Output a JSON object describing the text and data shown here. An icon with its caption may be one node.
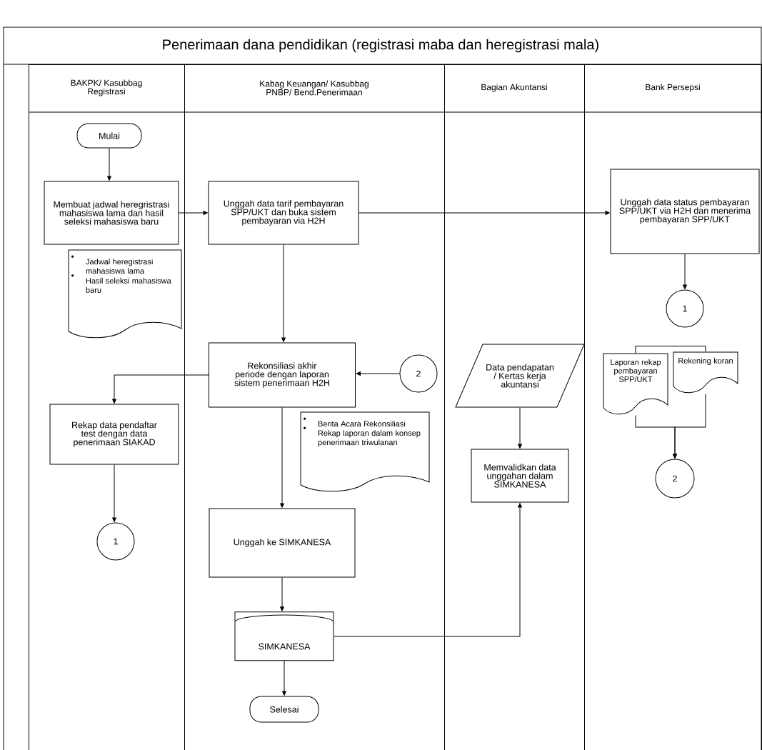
{
  "diagram": {
    "title": "Penerimaan dana pendidikan (registrasi maba dan heregistrasi mala)",
    "nodes": [
      {
        "text": [
          "BAKPK/ Kasubbag Registrasi"
        ]
      },
      {
        "text": [
          "Kabag Keuangan/ Kasubbag PNBP/ Bend.Penerimaan"
        ]
      },
      {
        "text": [
          "Bagian Akuntansi"
        ]
      },
      {
        "text": [
          "Bank Persepsi"
        ]
      },
      {
        "text": [
          "Mulai"
        ],
        "in": 0
      },
      {
        "text": [
          "Membuat jadwal heregristrasi mahasiswa lama dan hasil seleksi mahasiswa baru"
        ],
        "in": 0
      },
      {
        "text": [
          "Jadwal heregistrasi mahasiswa lama",
          "Hasil seleksi mahasiswa baru"
        ],
        "in": 0
      },
      {
        "text": [
          "Unggah data tarif pembayaran SPP/UKT dan buka sistem pembayaran via H2H"
        ],
        "in": 1
      },
      {
        "text": [
          "Unggah data status pembayaran SPP/UKT via H2H dan menerima pembayaran SPP/UKT"
        ],
        "in": 3
      },
      {
        "text": [
          "1"
        ],
        "in": 3
      },
      {
        "text": [
          "Rekonsiliasi akhir periode dengan laporan sistem penerimaan H2H"
        ],
        "in": 1
      },
      {
        "text": [
          "2"
        ],
        "in": 1
      },
      {
        "text": [
          "Data pendapatan / Kertas kerja akuntansi"
        ],
        "in": 2
      },
      {
        "text": [
          "Laporan rekap pembayaran SPP/UKT"
        ],
        "in": 3
      },
      {
        "text": [
          "Rekening koran"
        ],
        "in": 3
      },
      {
        "text": [
          "Rekap data pendaftar test dengan data penerimaan SIAKAD"
        ],
        "in": 0
      },
      {
        "text": [
          "Berita Acara Rekonsiliasi",
          "Rekap laporan dalam konsep penerimaan triwulanan"
        ],
        "in": 1
      },
      {
        "text": [
          "Memvalidkan data unggahan dalam SIMKANESA"
        ],
        "in": 2
      },
      {
        "text": [
          "1"
        ],
        "in": 0
      },
      {
        "text": [
          "Unggah ke SIMKANESA"
        ],
        "in": 1
      },
      {
        "text": [
          "SIMKANESA"
        ],
        "in": 1
      },
      {
        "text": [
          "Selesai"
        ],
        "in": 1
      },
      {
        "text": [
          "2"
        ],
        "in": 3
      }
    ],
    "edges": [
      {
        "from": 4,
        "to": 5,
        "arrow": "to"
      },
      {
        "from": 5,
        "to": 7,
        "arrow": "to"
      },
      {
        "from": 7,
        "to": 8,
        "arrow": "to"
      },
      {
        "from": 8,
        "to": 9,
        "arrow": "to"
      },
      {
        "from": 7,
        "to": 10,
        "arrow": "to"
      },
      {
        "from": 11,
        "to": 10,
        "arrow": "to"
      },
      {
        "from": 10,
        "to": 15,
        "arrow": "to"
      },
      {
        "from": 10,
        "to": 19,
        "arrow": "to"
      },
      {
        "from": 12,
        "to": 17,
        "arrow": "to"
      },
      {
        "from": 13,
        "to": 14,
        "arrow": "none"
      },
      {
        "from": 13,
        "to": 22,
        "arrow": "to"
      },
      {
        "from": 14,
        "to": 22,
        "arrow": "to"
      },
      {
        "from": 15,
        "to": 18,
        "arrow": "to"
      },
      {
        "from": 19,
        "to": 20,
        "arrow": "to"
      },
      {
        "from": 20,
        "to": 17,
        "arrow": "to"
      },
      {
        "from": 20,
        "to": 21,
        "arrow": "to"
      }
    ]
  }
}
